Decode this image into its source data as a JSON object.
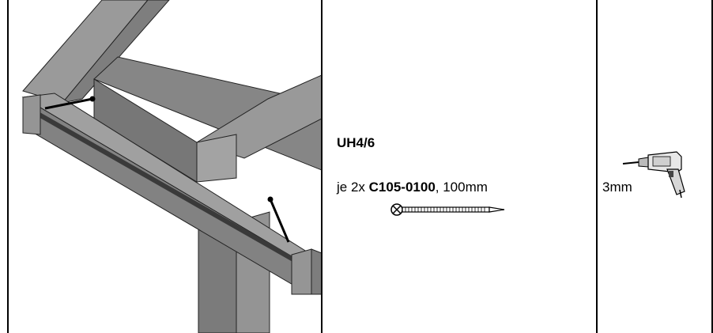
{
  "step": {
    "reference": "UH4/6",
    "quantity_prefix": "je 2x",
    "part_number": "C105-0100",
    "length_suffix": ", 100mm"
  },
  "tool": {
    "icon": "drill-icon",
    "bit_size": "3mm"
  },
  "illustration": {
    "icon": "frame-assembly-illustration",
    "color_wood": "#8c8c8c",
    "color_dark": "#6e6e6e",
    "color_light": "#a9a9a9"
  },
  "screw": {
    "icon": "screw-icon"
  }
}
